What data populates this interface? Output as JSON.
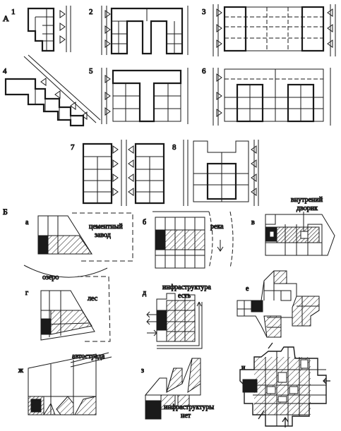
{
  "section_a": {
    "label": "А",
    "schemes": [
      {
        "num": "1"
      },
      {
        "num": "2"
      },
      {
        "num": "3"
      },
      {
        "num": "4"
      },
      {
        "num": "5"
      },
      {
        "num": "6"
      },
      {
        "num": "7"
      },
      {
        "num": "8"
      }
    ]
  },
  "section_b": {
    "label": "Б",
    "panels": [
      {
        "letter": "а",
        "labels": [
          "цементный",
          "завод"
        ]
      },
      {
        "letter": "б",
        "labels": [
          "река"
        ]
      },
      {
        "letter": "в",
        "labels": [
          "внутрений",
          "дворик"
        ]
      },
      {
        "letter": "г",
        "labels": [
          "озеро",
          "лес"
        ]
      },
      {
        "letter": "д",
        "labels": [
          "инфраструктура",
          "есть"
        ]
      },
      {
        "letter": "е",
        "labels": []
      },
      {
        "letter": "ж",
        "labels": [
          "автострада"
        ]
      },
      {
        "letter": "з",
        "labels": [
          "инфраструктуры",
          "нет"
        ]
      },
      {
        "letter": "и",
        "labels": []
      }
    ]
  },
  "colors": {
    "ink": "#1a1a1a",
    "paper": "#ffffff"
  }
}
